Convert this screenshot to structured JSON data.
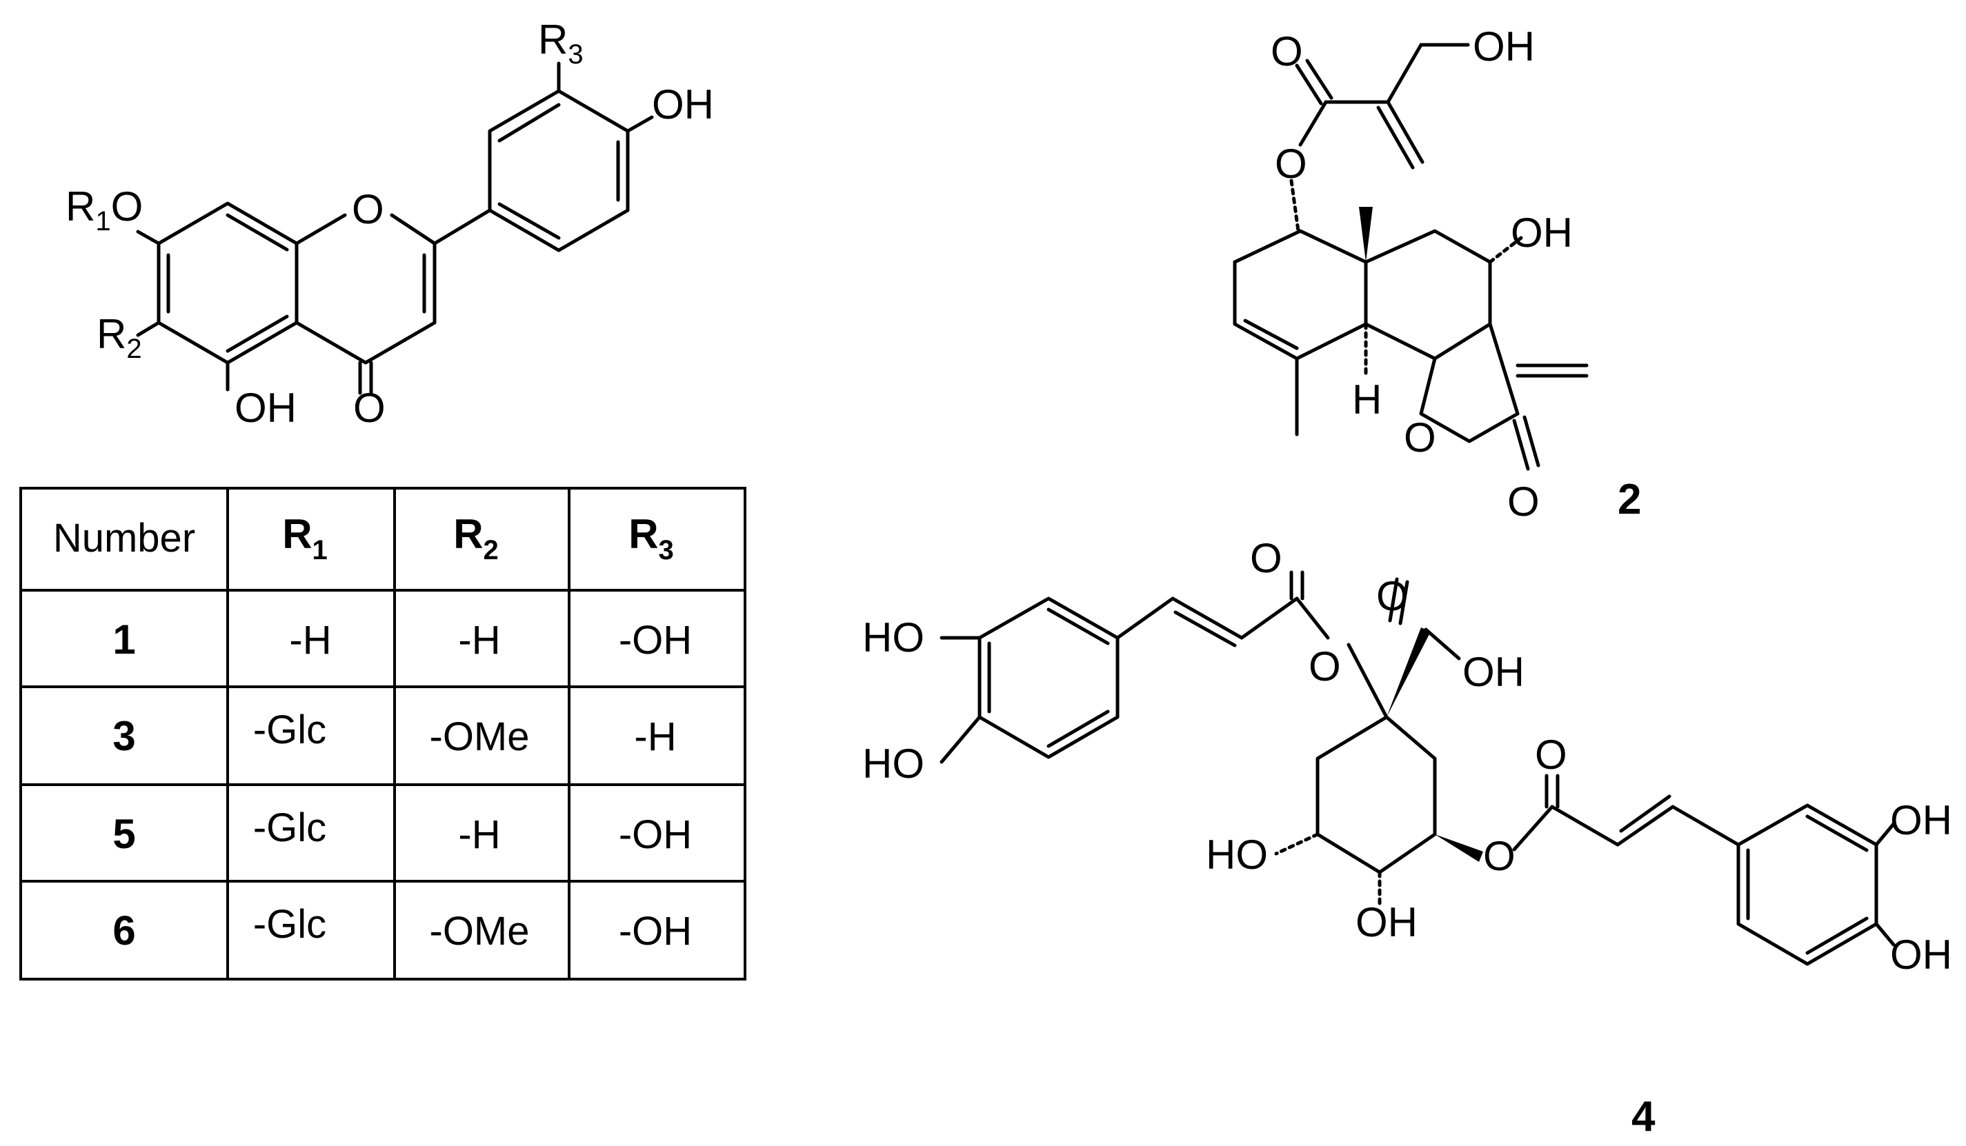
{
  "flavone": {
    "substituent_labels": {
      "r3": {
        "base": "R",
        "sub": "3"
      },
      "r1o": {
        "base": "R",
        "sub": "1",
        "suffix": "O"
      },
      "r2": {
        "base": "R",
        "sub": "2"
      },
      "oh_4prime": "OH",
      "o_ring": "O",
      "oh_5": "OH",
      "o_keto": "O"
    }
  },
  "table": {
    "header": {
      "number": "Number",
      "r1": {
        "base": "R",
        "sub": "1"
      },
      "r2": {
        "base": "R",
        "sub": "2"
      },
      "r3": {
        "base": "R",
        "sub": "3"
      }
    },
    "rows": [
      {
        "number": "1",
        "r1": "-H",
        "r2": "-H",
        "r3": "-OH"
      },
      {
        "number": "3",
        "r1": "-Glc",
        "r2": "-OMe",
        "r3": "-H"
      },
      {
        "number": "5",
        "r1": "-Glc",
        "r2": "-H",
        "r3": "-OH"
      },
      {
        "number": "6",
        "r1": "-Glc",
        "r2": "-OMe",
        "r3": "-OH"
      }
    ]
  },
  "compound2": {
    "number": "2",
    "labels": {
      "o_ester_carbonyl": "O",
      "oh_hydroxymethyl": "OH",
      "o_ester_link": "O",
      "oh_ring": "OH",
      "h_stereo": "H",
      "o_lactone_ring": "O",
      "o_lactone_carbonyl": "O"
    }
  },
  "compound4": {
    "number": "4",
    "labels": {
      "ho_left_top": "HO",
      "ho_left_bottom": "HO",
      "o_left_carbonyl": "O",
      "o_left_ester": "O",
      "o_acid_carbonyl": "O",
      "oh_acid": "OH",
      "ho_ring": "HO",
      "oh_ring_bottom": "OH",
      "o_right_ester": "O",
      "o_right_carbonyl": "O",
      "oh_right_top": "OH",
      "oh_right_bottom": "OH"
    }
  }
}
